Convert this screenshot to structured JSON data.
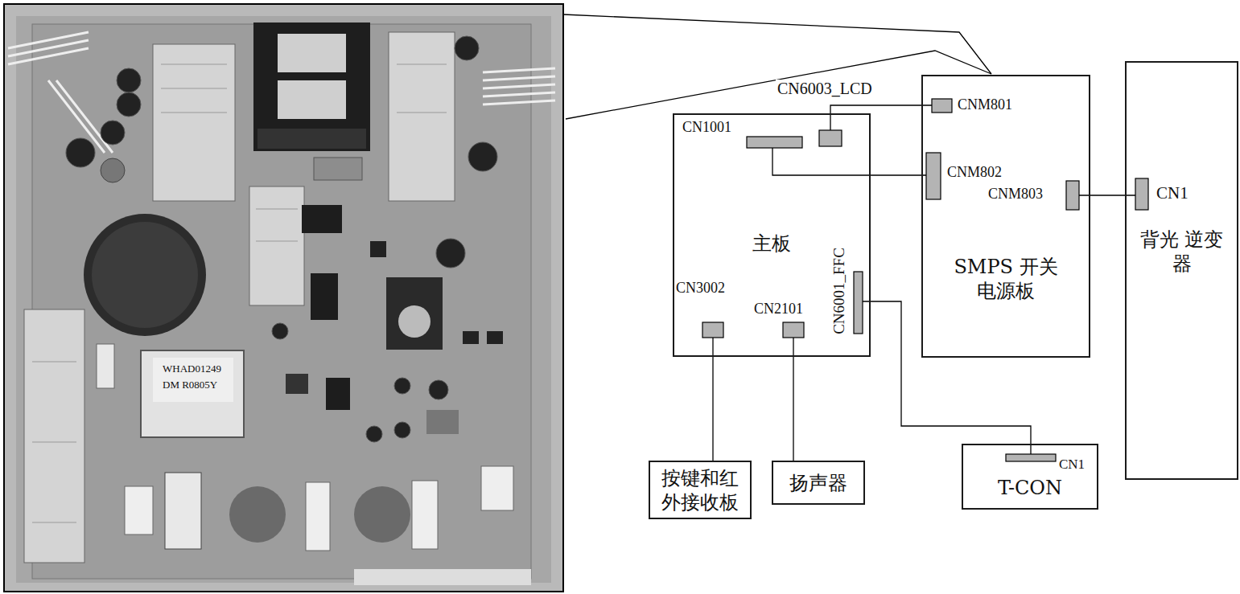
{
  "diagram": {
    "nodes": [
      {
        "text": [
          "主板"
        ]
      },
      {
        "text": [
          "SMPS 开关电源板"
        ]
      },
      {
        "text": [
          "背光 逆变器"
        ]
      },
      {
        "text": [
          "T-CON"
        ]
      },
      {
        "text": [
          "按键和红外接收板"
        ]
      },
      {
        "text": [
          "扬声器"
        ]
      }
    ],
    "edges": [
      {
        "from": 0,
        "to": 1,
        "arrow": "none"
      },
      {
        "from": 0,
        "to": 1,
        "arrow": "none"
      },
      {
        "from": 1,
        "to": 2,
        "arrow": "none"
      },
      {
        "from": 0,
        "to": 3,
        "arrow": "none"
      },
      {
        "from": 0,
        "to": 4,
        "arrow": "none"
      },
      {
        "from": 0,
        "to": 5,
        "arrow": "none"
      }
    ],
    "labels": [
      "CN6003_LCD",
      "CNM801",
      "CN1001",
      "CNM802",
      "CNM803",
      "CN1",
      "CN6001_FFC",
      "CN3002",
      "CN2101",
      "CN1",
      "WHAD01249",
      "DM R0805Y"
    ]
  }
}
